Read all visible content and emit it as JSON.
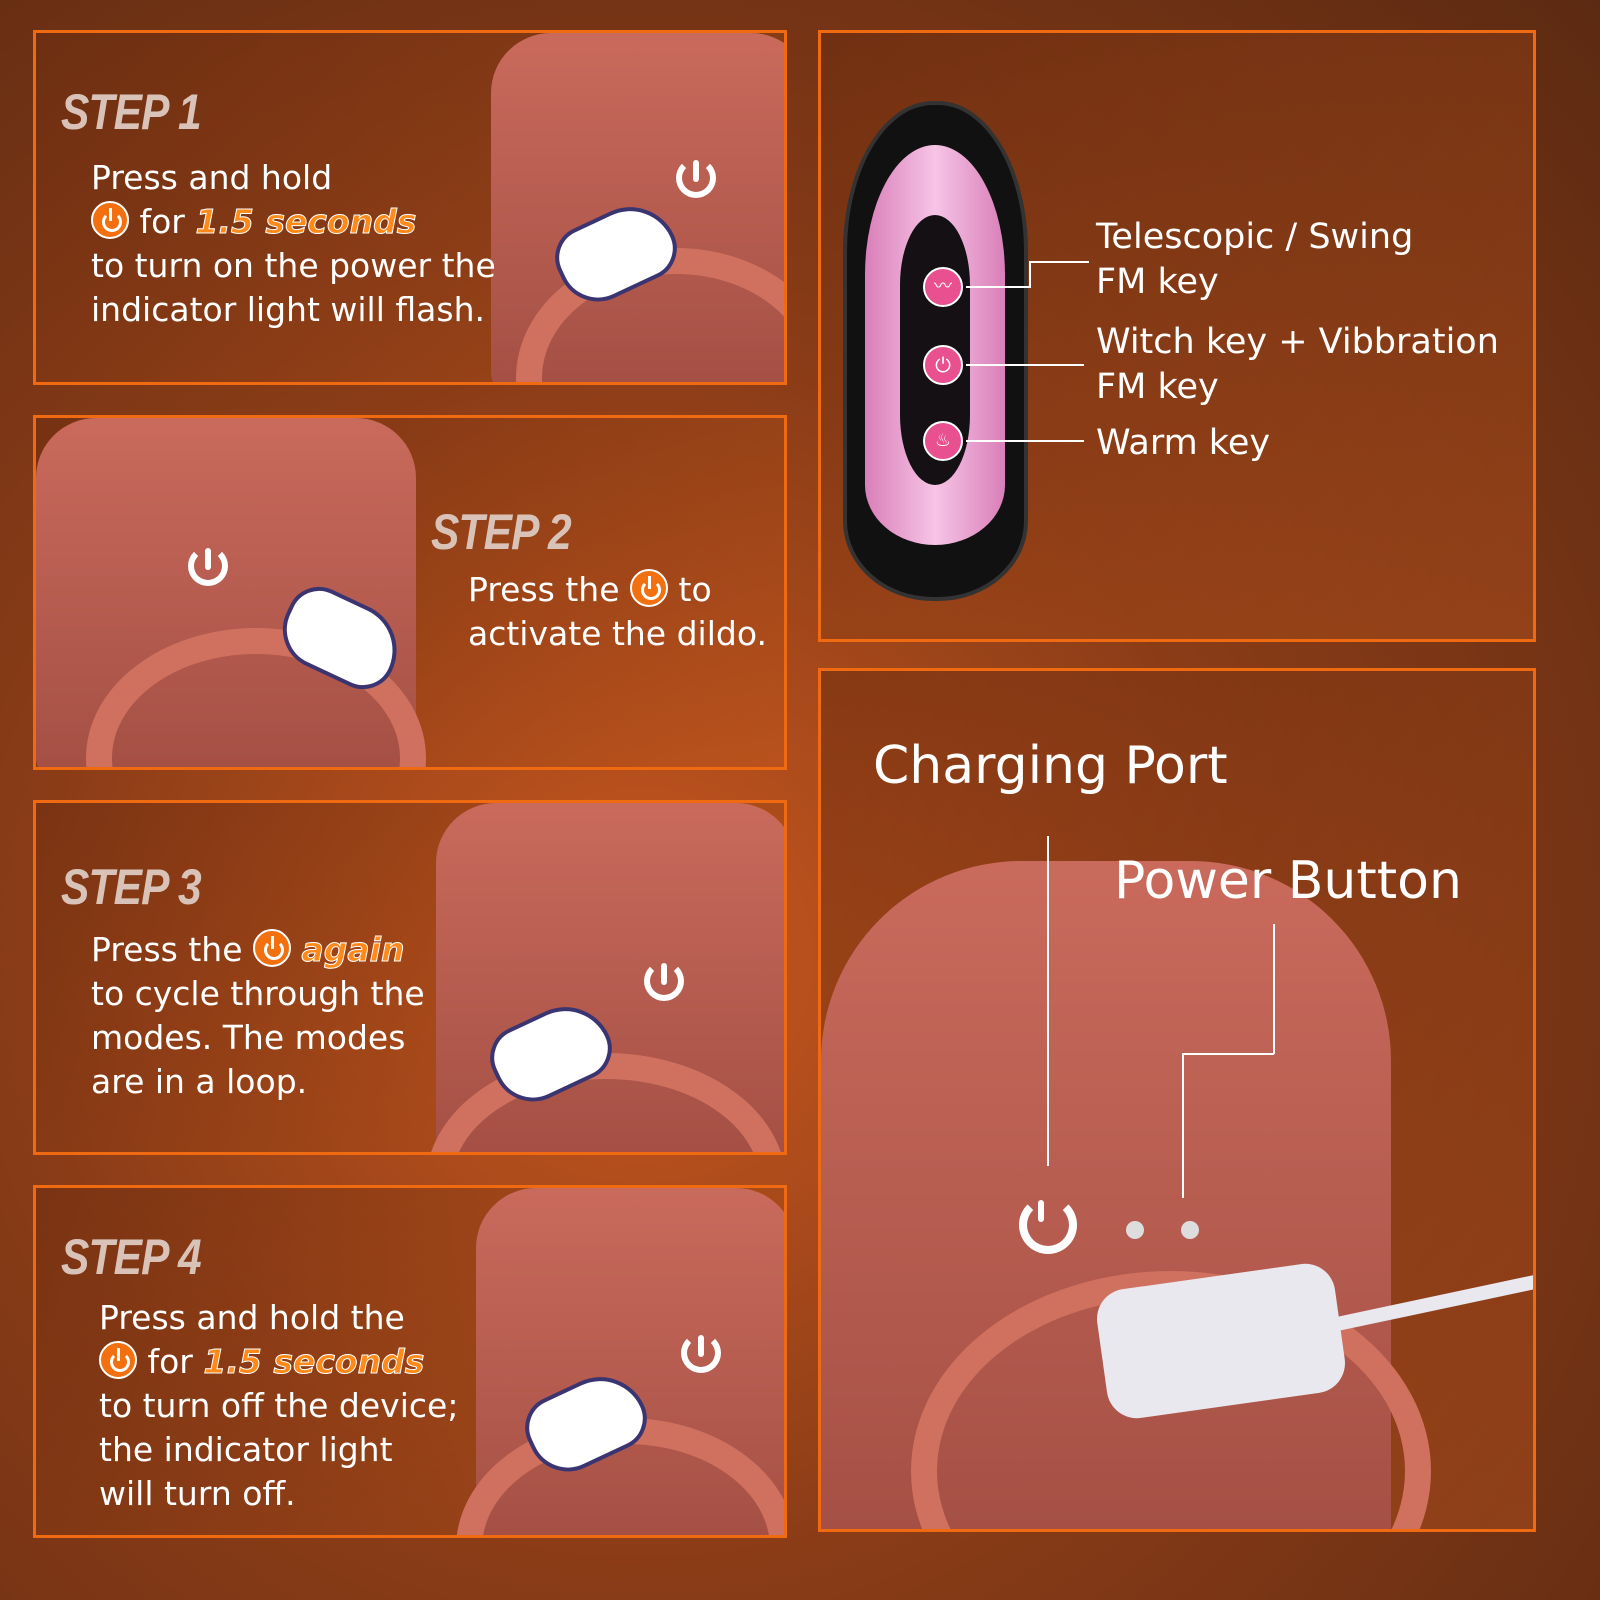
{
  "steps": [
    {
      "title": "STEP 1",
      "lines": [
        "Press and hold",
        "for",
        "1.5 seconds",
        "to turn on the power the",
        "indicator light will flash."
      ]
    },
    {
      "title": "STEP 2",
      "lines": [
        "Press the",
        "to",
        "activate the dildo."
      ]
    },
    {
      "title": "STEP 3",
      "lines": [
        "Press the",
        "again",
        "to cycle through the",
        "modes. The modes",
        "are in a loop."
      ]
    },
    {
      "title": "STEP 4",
      "lines": [
        "Press and hold the",
        "for",
        "1.5 seconds",
        "to turn off the device;",
        "the indicator light",
        "will turn off."
      ]
    }
  ],
  "remote": {
    "keys": [
      {
        "label1": "Telescopic / Swing",
        "label2": "FM key",
        "icon": "wave-icon"
      },
      {
        "label1": "Witch key + Vibbration",
        "label2": "FM key",
        "icon": "power-icon"
      },
      {
        "label1": "Warm key",
        "label2": "",
        "icon": "flame-icon"
      }
    ]
  },
  "charging": {
    "port_label": "Charging Port",
    "power_label": "Power Button"
  },
  "colors": {
    "border": "#f06a12",
    "accent": "#ff8a1a",
    "key_pink": "#e8508f"
  }
}
